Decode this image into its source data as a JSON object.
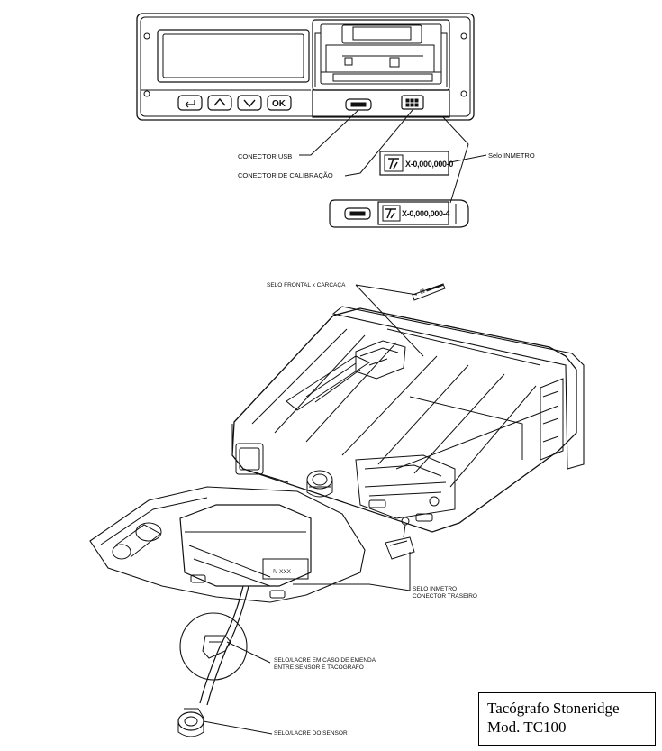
{
  "top_view": {
    "buttons": [
      "",
      "",
      "",
      "OK"
    ],
    "labels": {
      "usb": "CONECTOR USB",
      "calibration": "CONECTOR DE CALIBRAÇÃO",
      "inmetro": "Selo INMETRO"
    },
    "seal_code": "X-0,000,000-0",
    "seal_code_2": "X-0,000,000-4"
  },
  "assembly_view": {
    "labels": {
      "front_seal": "SELO FRONTAL x CARCAÇA",
      "rear_seal_1": "SELO INMETRO",
      "rear_seal_2": "CONECTOR TRASEIRO",
      "splice_seal_1": "SELO/LACRE EM CASO DE EMENDA",
      "splice_seal_2": "ENTRE SENSOR E TACÓGRAFO",
      "sensor_seal": "SELO/LACRE DO SENSOR"
    }
  },
  "caption": {
    "line1": "Tacógrafo Stoneridge",
    "line2": "Mod. TC100"
  }
}
